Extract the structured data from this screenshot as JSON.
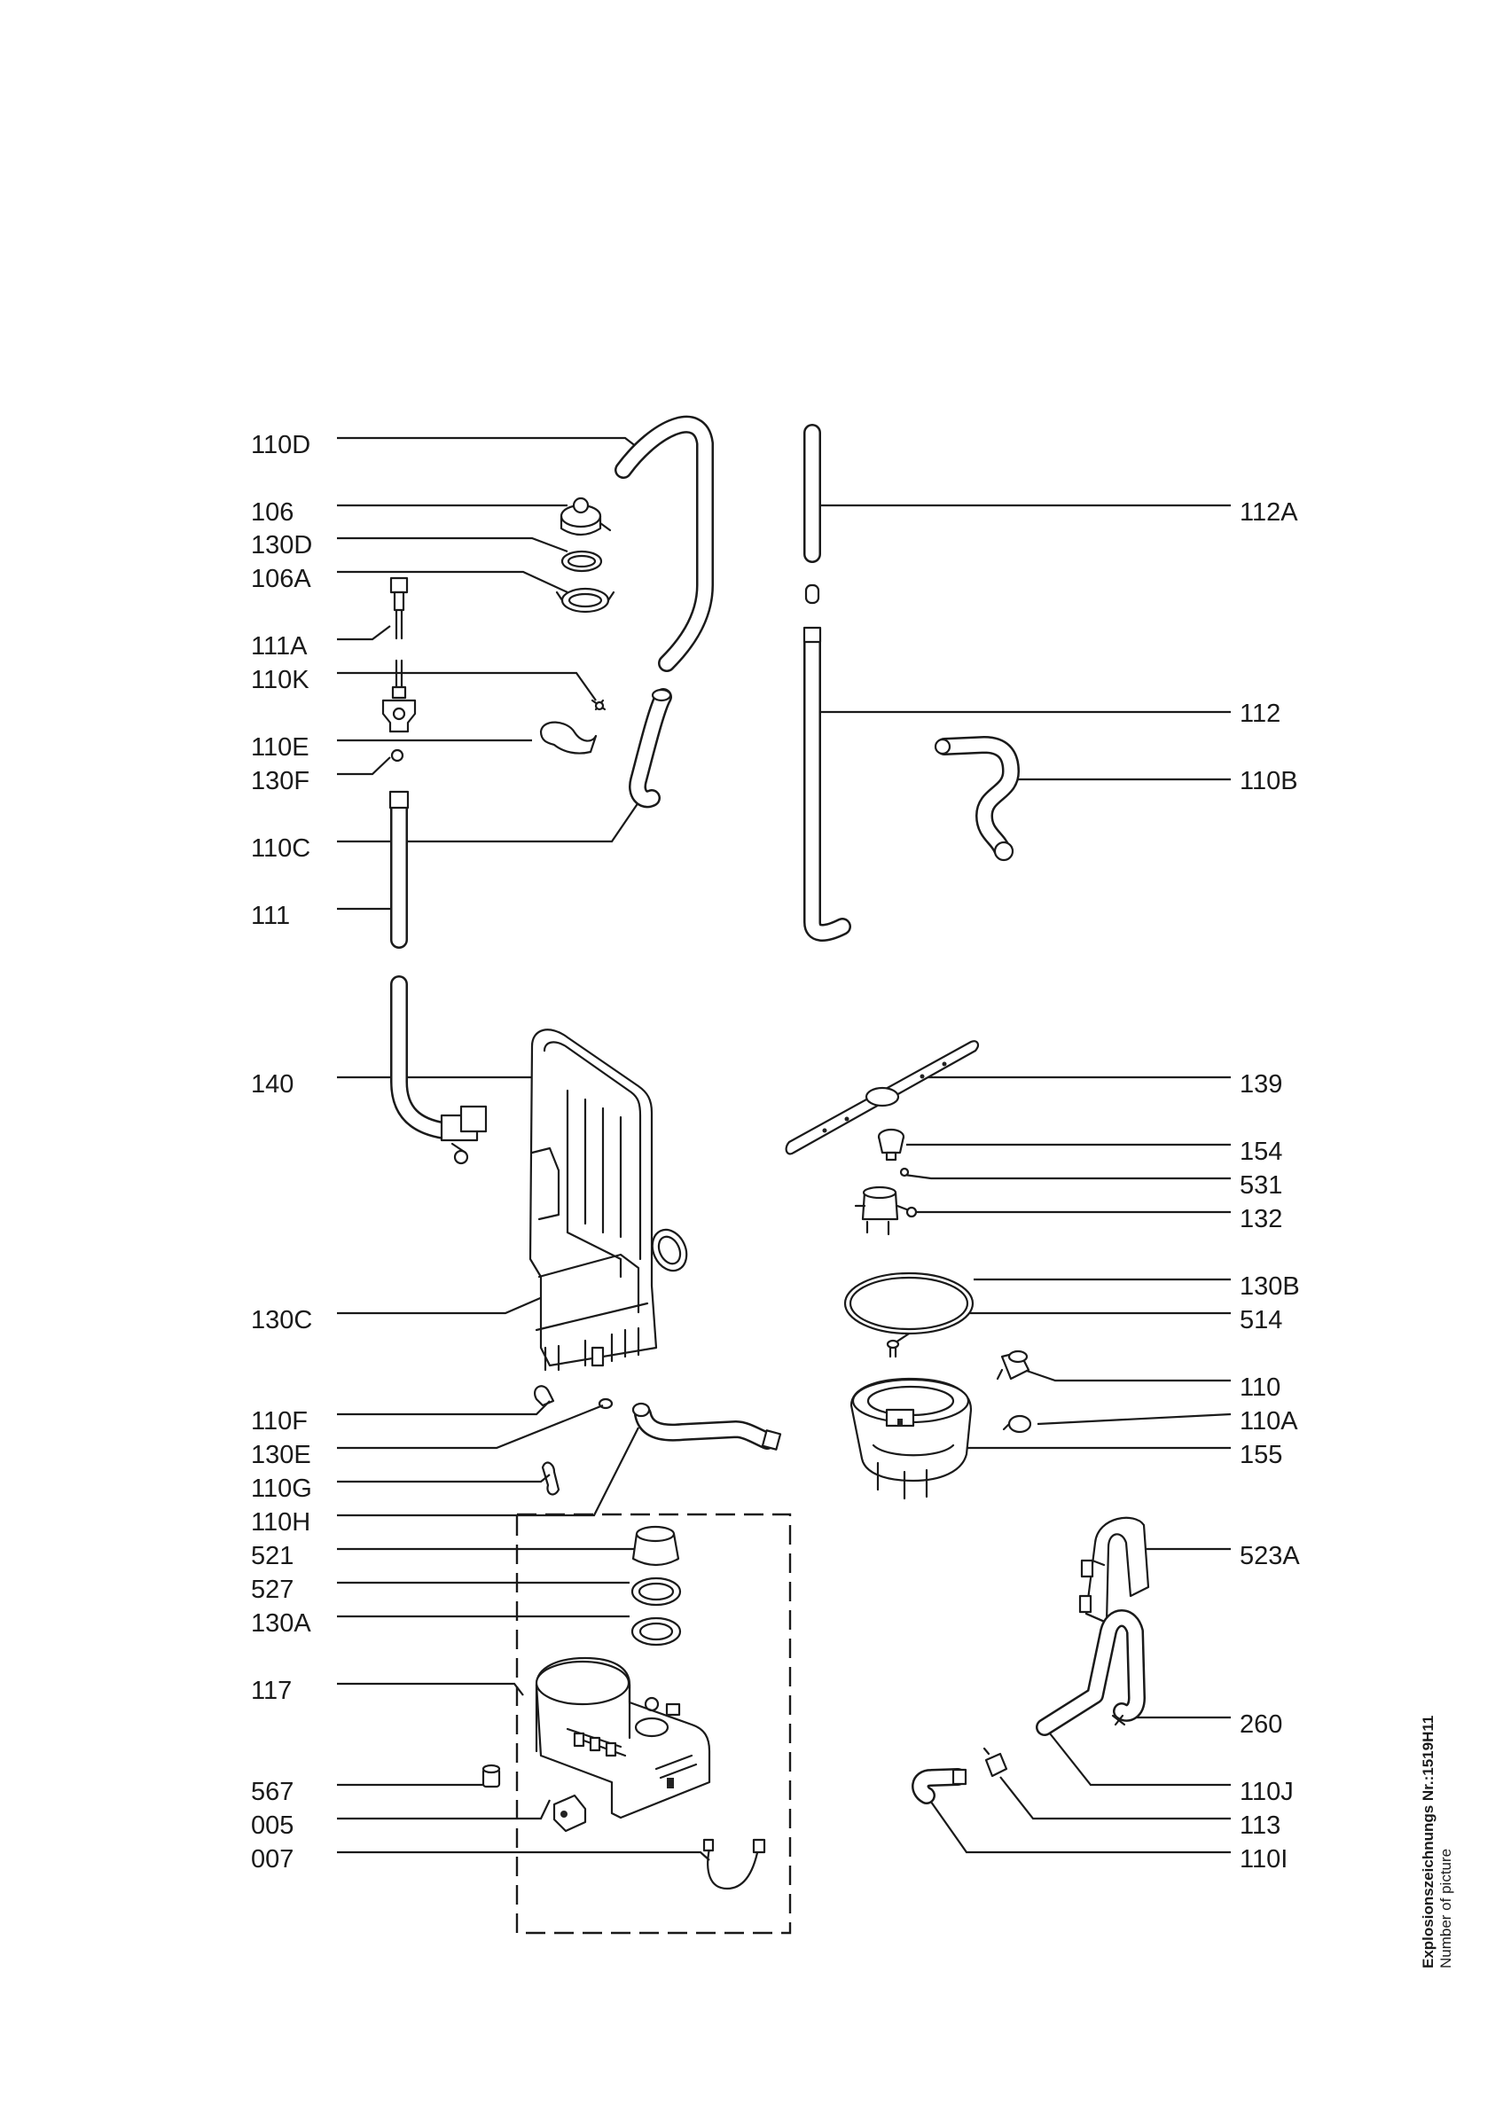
{
  "callouts_left": [
    "110D",
    "106",
    "130D",
    "106A",
    "111A",
    "110K",
    "110E",
    "130F",
    "110C",
    "111",
    "140",
    "130C",
    "110F",
    "130E",
    "110G",
    "110H",
    "521",
    "527",
    "130A",
    "117",
    "567",
    "005",
    "007"
  ],
  "callouts_right": [
    "112A",
    "112",
    "110B",
    "139",
    "154",
    "531",
    "132",
    "130B",
    "514",
    "110",
    "110A",
    "155",
    "523A",
    "260",
    "110J",
    "113",
    "110I"
  ],
  "footer": {
    "drawing_number": "Explosionszeichnungs Nr.:1519H11",
    "caption": "Number of picture"
  }
}
